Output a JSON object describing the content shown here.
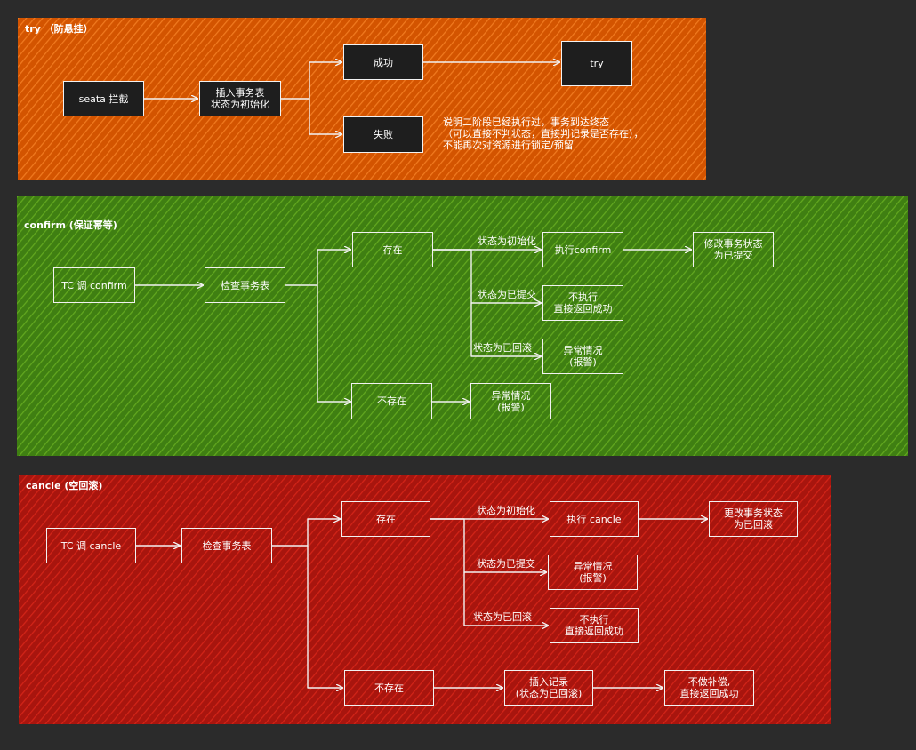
{
  "colors": {
    "try_bg": "#d35400",
    "try_hatch": "#f07a20",
    "confirm_bg": "#3f7f12",
    "confirm_hatch": "#62a81f",
    "cancel_bg": "#a8150e",
    "cancel_hatch": "#d22418",
    "stroke": "#f2f2f2",
    "box_dark": "#1e1e1e"
  },
  "try": {
    "title": "try （防悬挂）",
    "seata": "seata 拦截",
    "insert_line1": "插入事务表",
    "insert_line2": "状态为初始化",
    "success": "成功",
    "try": "try",
    "fail": "失败",
    "note_line1": "说明二阶段已经执行过，事务到达终态",
    "note_line2": "（可以直接不判状态，直接判记录是否存在），",
    "note_line3": "不能再次对资源进行锁定/预留"
  },
  "confirm": {
    "title": "confirm (保证幂等)",
    "tc": "TC 调 confirm",
    "check": "检查事务表",
    "exist": "存在",
    "not_exist": "不存在",
    "lbl_init": "状态为初始化",
    "lbl_committed": "状态为已提交",
    "lbl_rolledback": "状态为已回滚",
    "exec": "执行confirm",
    "modify_line1": "修改事务状态",
    "modify_line2": "为已提交",
    "noexec_line1": "不执行",
    "noexec_line2": "直接返回成功",
    "abn1_line1": "异常情况",
    "abn1_line2": "(报警)",
    "abn2_line1": "异常情况",
    "abn2_line2": "(报警)"
  },
  "cancel": {
    "title": "cancle (空回滚)",
    "tc": "TC 调 cancle",
    "check": "检查事务表",
    "exist": "存在",
    "not_exist": "不存在",
    "lbl_init": "状态为初始化",
    "lbl_committed": "状态为已提交",
    "lbl_rolledback": "状态为已回滚",
    "exec": "执行 cancle",
    "change_line1": "更改事务状态",
    "change_line2": "为已回滚",
    "abn_line1": "异常情况",
    "abn_line2": "(报警)",
    "noexec_line1": "不执行",
    "noexec_line2": "直接返回成功",
    "insert_line1": "插入记录",
    "insert_line2": "(状态为已回滚)",
    "nocomp_line1": "不做补偿,",
    "nocomp_line2": "直接返回成功"
  }
}
